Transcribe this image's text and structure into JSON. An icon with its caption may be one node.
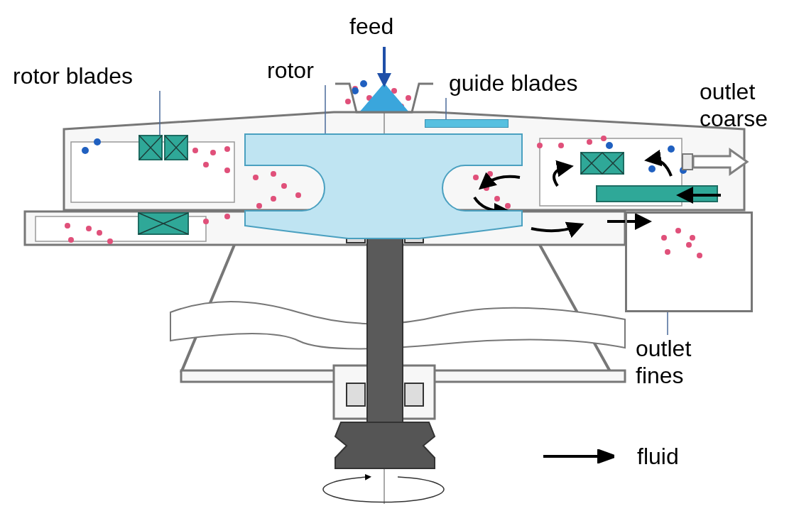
{
  "diagram": {
    "nodes": [
      {
        "text": [
          "rotor blades"
        ]
      },
      {
        "text": [],
        "shape": "box"
      },
      {
        "text": [
          "rotor"
        ]
      },
      {
        "text": [],
        "shape": "box"
      },
      {
        "text": [
          "guide blades"
        ]
      },
      {
        "text": [],
        "shape": "bar"
      },
      {
        "text": [],
        "shape": "box"
      },
      {
        "text": [
          "outlet fines"
        ]
      },
      {
        "text": [],
        "shape": "box"
      },
      {
        "text": [],
        "shape": "box"
      }
    ],
    "edges": [
      {
        "from": null,
        "to": 1,
        "arrow": "to",
        "style": "thick",
        "color": "#1f4fa8"
      },
      {
        "from": 0,
        "to": 3,
        "arrow": "none"
      },
      {
        "from": 2,
        "to": 9,
        "arrow": "none"
      },
      {
        "from": 4,
        "to": 5,
        "arrow": "none"
      },
      {
        "from": 6,
        "to": null,
        "arrow": "to",
        "style": "thick",
        "color": "#808080"
      },
      {
        "from": 7,
        "to": 8,
        "arrow": "none"
      }
    ],
    "labels": [
      "feed",
      "outlet coarse"
    ],
    "legend": [
      {
        "text": "fluid"
      }
    ]
  }
}
